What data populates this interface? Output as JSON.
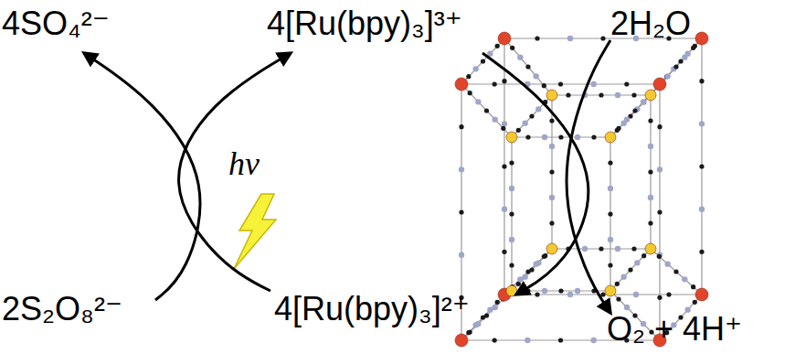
{
  "diagram": {
    "labels": [
      "4SO₄²⁻",
      "4[Ru(bpy)₃]³⁺",
      "2H₂O",
      "hν",
      "2S₂O₈²⁻",
      "4[Ru(bpy)₃]²⁺",
      "O₂ + 4H⁺"
    ]
  }
}
